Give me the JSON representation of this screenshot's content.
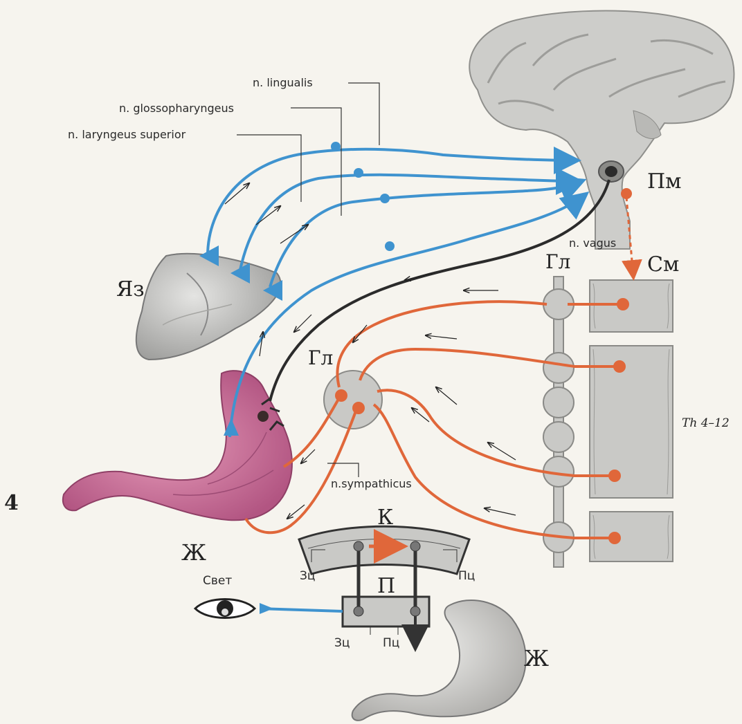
{
  "figure_number": "4",
  "labels": {
    "n_lingualis": "n. lingualis",
    "n_glossopharyngeus": "n. glossopharyngeus",
    "n_laryngeus_superior": "n. laryngeus superior",
    "n_vagus": "n. vagus",
    "n_sympathicus": "n.sympathicus",
    "medulla": "Пм",
    "spinal_cord": "См",
    "ganglion_chain": "Гл",
    "ganglion_celiac": "Гл",
    "tongue": "Яз",
    "stomach": "Ж",
    "stomach_bottom": "Ж",
    "segment": "Th 4–12",
    "cortex": "К",
    "subcortex": "П",
    "light": "Свет",
    "cond_center_k": "Зц",
    "food_center_k": "Пц",
    "cond_center_p": "Зц",
    "food_center_p": "Пц"
  },
  "colors": {
    "afferent": "#3f93cf",
    "vagus": "#2b2b2b",
    "sympathetic": "#e0673a",
    "stomach": "#c96a95",
    "gray_tissue": "#c9c9c6"
  }
}
